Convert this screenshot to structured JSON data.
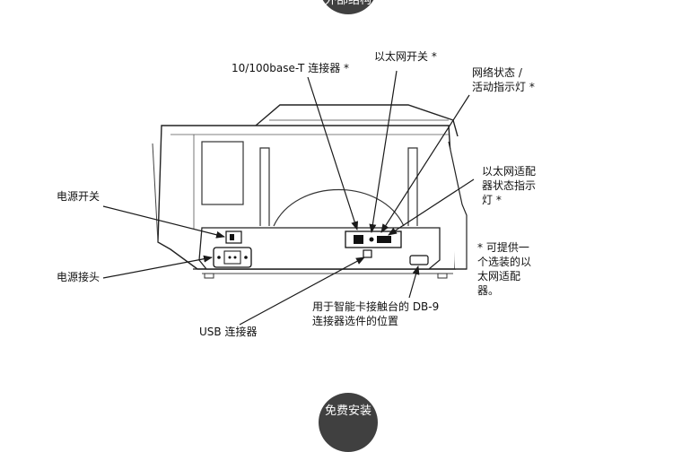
{
  "header_badge": {
    "text": "外部结构"
  },
  "footer_badge": {
    "text": "免费安装"
  },
  "labels": {
    "ethernet_connector": "10/100base-T 连接器 *",
    "ethernet_switch": "以太网开关 *",
    "network_status_l1": "网络状态 /",
    "network_status_l2": "活动指示灯 *",
    "adapter_status_l1": "以太网适配",
    "adapter_status_l2": "器状态指示",
    "adapter_status_l3": "灯 *",
    "power_switch": "电源开关",
    "power_connector": "电源接头",
    "footnote_l1": "* 可提供一",
    "footnote_l2": "个选装的以",
    "footnote_l3": "太网适配",
    "footnote_l4": "器。",
    "db9_l1": "用于智能卡接触台的 DB-9",
    "db9_l2": "连接器选件的位置",
    "usb_connector": "USB 连接器"
  },
  "colors": {
    "line": "#1a1a1a",
    "badge": "#404040"
  }
}
